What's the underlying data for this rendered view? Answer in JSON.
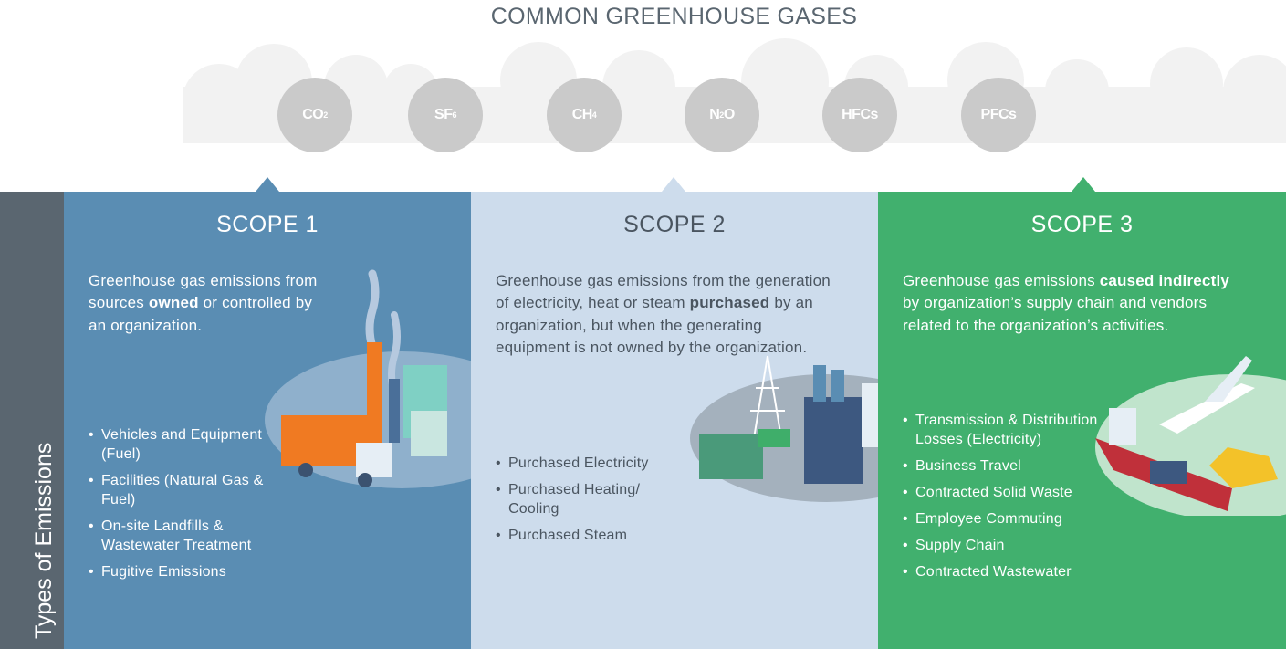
{
  "header": {
    "title": "COMMON GREENHOUSE GASES"
  },
  "gases": [
    {
      "base": "CO",
      "sub": "2",
      "tail": ""
    },
    {
      "base": "SF",
      "sub": "6",
      "tail": ""
    },
    {
      "base": "CH",
      "sub": "4",
      "tail": ""
    },
    {
      "base": "N",
      "sub": "2",
      "tail": "O"
    },
    {
      "base": "HFCs",
      "sub": "",
      "tail": ""
    },
    {
      "base": "PFCs",
      "sub": "",
      "tail": ""
    }
  ],
  "sidebar": {
    "label": "Types of Emissions"
  },
  "colors": {
    "scope1": "#5a8db3",
    "scope2": "#cddcec",
    "scope3": "#41b06e",
    "sidebar": "#5a6670",
    "gas": "#cacaca"
  },
  "scopes": [
    {
      "title": "SCOPE 1",
      "desc": [
        {
          "t": "Greenhouse gas emissions from sources "
        },
        {
          "b": "owned"
        },
        {
          "t": " or controlled by an organization."
        }
      ],
      "items": [
        "Vehicles and Equipment (Fuel)",
        "Facilities (Natural Gas & Fuel)",
        "On-site Landfills & Wastewater Treatment",
        "Fugitive Emissions"
      ]
    },
    {
      "title": "SCOPE 2",
      "desc": [
        {
          "t": "Greenhouse gas emissions from the generation of electricity, heat or steam "
        },
        {
          "b": "purchased"
        },
        {
          "t": " by an organization, but when the generating equipment is not owned by the organization."
        }
      ],
      "items": [
        "Purchased Electricity",
        "Purchased Heating/ Cooling",
        "Purchased Steam"
      ]
    },
    {
      "title": "SCOPE 3",
      "desc": [
        {
          "t": "Greenhouse gas emissions "
        },
        {
          "b": "caused indirectly"
        },
        {
          "t": " by organization’s supply chain and vendors related to the organization’s activities."
        }
      ],
      "items": [
        "Transmission & Distribution Losses (Electricity)",
        "Business Travel",
        "Contracted Solid Waste",
        "Employee Commuting",
        "Supply Chain",
        "Contracted Wastewater"
      ]
    }
  ]
}
